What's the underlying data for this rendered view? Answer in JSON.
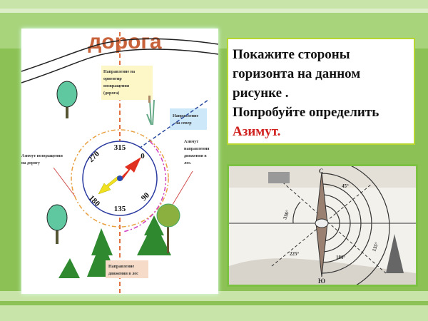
{
  "slide": {
    "colors": {
      "background": "#8cc255",
      "accent_red": "#d0201e",
      "stripe_light": "#c9e4a8"
    },
    "instruction": {
      "lines": [
        "Покажите  стороны",
        "горизонта  на данном",
        "рисунке .",
        "Попробуйте определить"
      ],
      "highlight": "Азимут."
    },
    "left_figure": {
      "road_label": "дорога",
      "label_return_landmark": [
        "Направление на",
        "ориентир",
        "возвращения",
        "(дорога)"
      ],
      "label_north": [
        "Направление",
        "на север"
      ],
      "label_return_azimuth": [
        "Азимут возвращения",
        "на дорогу"
      ],
      "label_forest_azimuth": [
        "Азимут",
        "направления",
        "движения в",
        "лес."
      ],
      "label_forest_direction": [
        "Направление",
        "движения в лес"
      ],
      "dial": [
        "315",
        "270",
        "0",
        "180",
        "90",
        "135"
      ]
    },
    "right_figure": {
      "north": "С",
      "south": "Ю",
      "angles": [
        "45°",
        "336°",
        "225°",
        "180°",
        "135°"
      ]
    }
  }
}
